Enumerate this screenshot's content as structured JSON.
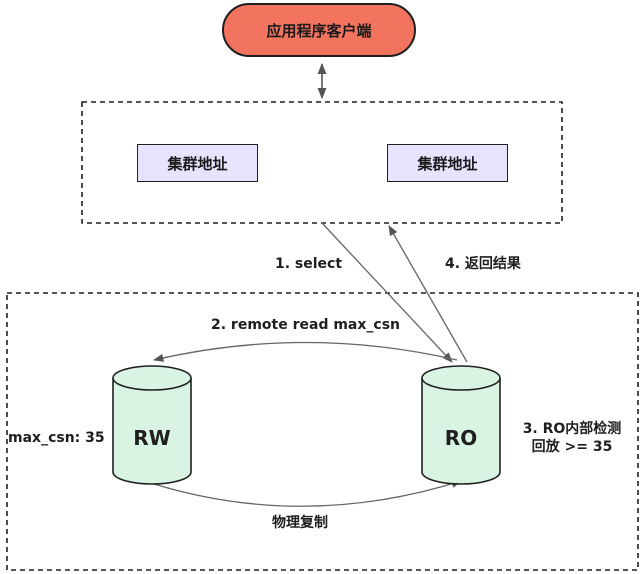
{
  "client": {
    "label": "应用程序客户端"
  },
  "proxy": {
    "addresses": [
      "集群地址",
      "集群地址"
    ]
  },
  "nodes": {
    "rw": {
      "label": "RW",
      "max_csn_label": "max_csn: 35"
    },
    "ro": {
      "label": "RO",
      "check_line1": "3. RO内部检测",
      "check_line2": "回放 >= 35"
    }
  },
  "edges": {
    "select": "1. select",
    "remote_read": "2. remote read max_csn",
    "return": "4. 返回结果",
    "replication": "物理复制"
  },
  "colors": {
    "client_fill": "#f2745f",
    "address_fill": "#e6e3ff",
    "db_fill": "#d9f4e2",
    "line": "#555555"
  }
}
